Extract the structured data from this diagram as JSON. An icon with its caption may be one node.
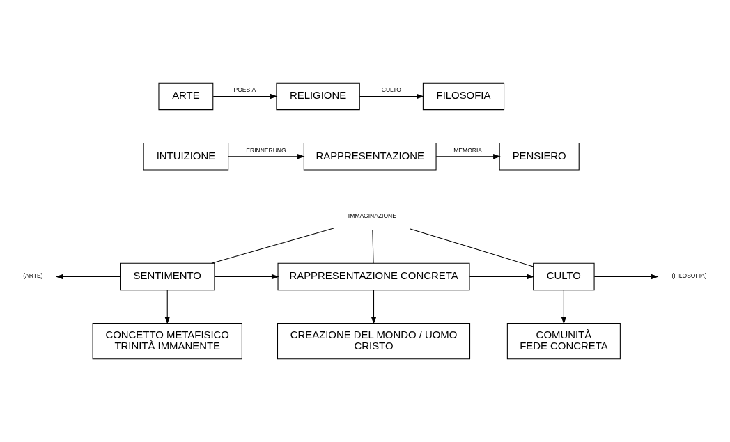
{
  "diagram": {
    "nodes": [
      {
        "text": [
          "ARTE"
        ]
      },
      {
        "text": [
          "RELIGIONE"
        ]
      },
      {
        "text": [
          "FILOSOFIA"
        ]
      },
      {
        "text": [
          "INTUIZIONE"
        ]
      },
      {
        "text": [
          "RAPPRESENTAZIONE"
        ]
      },
      {
        "text": [
          "PENSIERO"
        ]
      },
      {
        "text": [
          "IMMAGINAZIONE"
        ]
      },
      {
        "text": [
          "(ARTE)"
        ]
      },
      {
        "text": [
          "SENTIMENTO"
        ]
      },
      {
        "text": [
          "RAPPRESENTAZIONE CONCRETA"
        ]
      },
      {
        "text": [
          "CULTO"
        ]
      },
      {
        "text": [
          "(FILOSOFIA)"
        ]
      },
      {
        "text": [
          "CONCETTO METAFISICO",
          "TRINITÀ IMMANENTE"
        ]
      },
      {
        "text": [
          "CREAZIONE DEL MONDO / UOMO",
          "CRISTO"
        ]
      },
      {
        "text": [
          "COMUNITÀ",
          "FEDE CONCRETA"
        ]
      }
    ],
    "edges": [
      {
        "from": 0,
        "to": 1,
        "arrow": "to",
        "label": "POESIA"
      },
      {
        "from": 1,
        "to": 2,
        "arrow": "to",
        "label": "CULTO"
      },
      {
        "from": 3,
        "to": 4,
        "arrow": "to",
        "label": "ERINNERUNG"
      },
      {
        "from": 4,
        "to": 5,
        "arrow": "to",
        "label": "MEMORIA"
      },
      {
        "from": 6,
        "to": 8,
        "arrow": "none"
      },
      {
        "from": 6,
        "to": 9,
        "arrow": "none"
      },
      {
        "from": 6,
        "to": 10,
        "arrow": "none"
      },
      {
        "from": 8,
        "to": 7,
        "arrow": "to"
      },
      {
        "from": 8,
        "to": 9,
        "arrow": "to"
      },
      {
        "from": 9,
        "to": 10,
        "arrow": "to"
      },
      {
        "from": 10,
        "to": 11,
        "arrow": "to"
      },
      {
        "from": 8,
        "to": 12,
        "arrow": "to"
      },
      {
        "from": 9,
        "to": 13,
        "arrow": "to"
      },
      {
        "from": 10,
        "to": 14,
        "arrow": "to"
      }
    ]
  }
}
